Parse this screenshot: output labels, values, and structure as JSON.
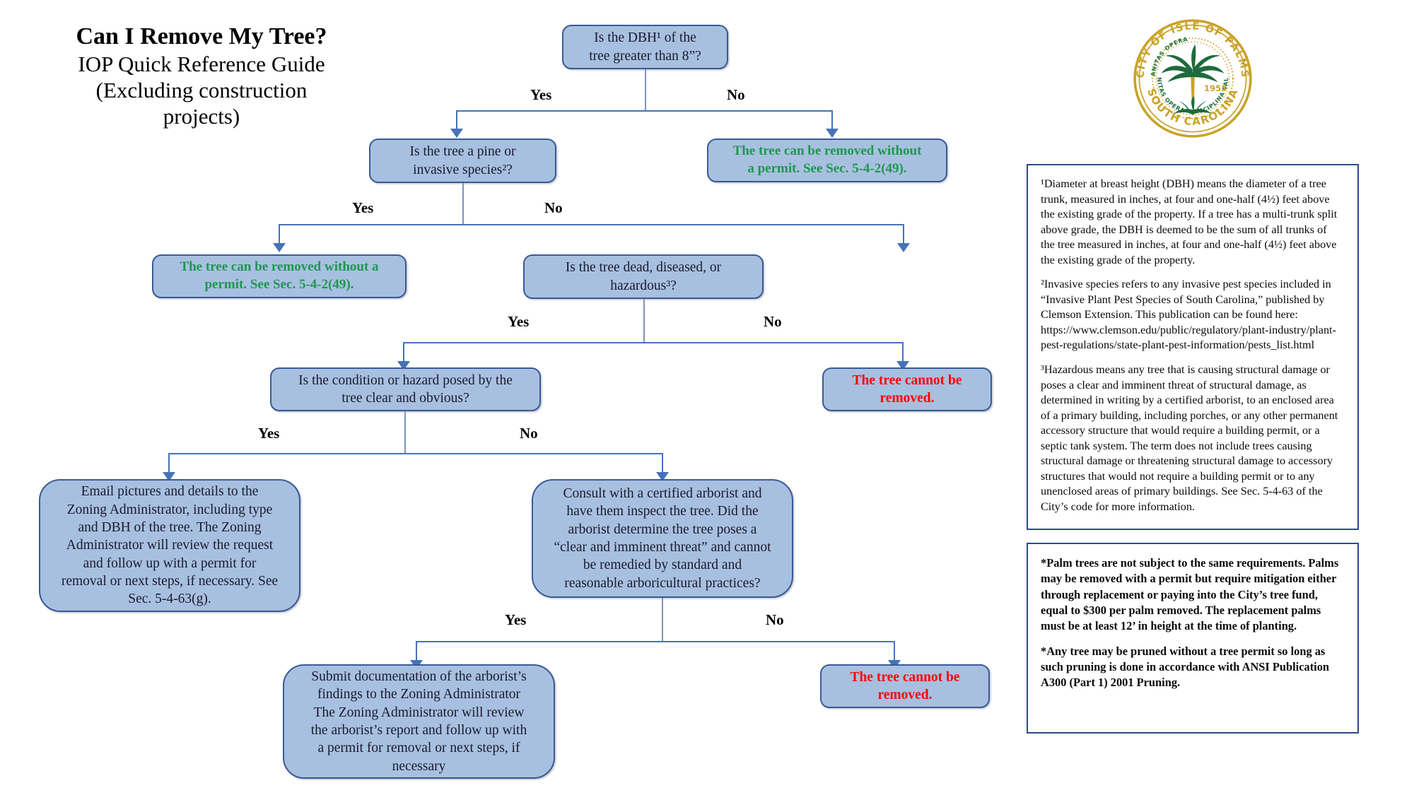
{
  "title": {
    "line1": "Can I Remove My Tree?",
    "line2": "IOP Quick Reference Guide",
    "line3": "(Excluding construction",
    "line4": "projects)"
  },
  "seal": {
    "name": "city-of-isle-of-palms-seal",
    "outer_top_text": "CITY OF ISLE OF PALMS",
    "outer_bottom_text": "SOUTH CAROLINA",
    "inner_left_text": "SANITAS OPERA",
    "inner_right_text": "DISCIPLINA SALUS",
    "year": "1953",
    "gold": "#C9A227",
    "green": "#1E6B3C"
  },
  "flow": {
    "q_dbh": {
      "line1": "Is the DBH¹ of the",
      "line2": "tree greater than 8”?"
    },
    "q_pine": {
      "line1": "Is the tree a pine or",
      "line2": "invasive species²?"
    },
    "q_dead": {
      "line1": "Is the tree dead, diseased, or",
      "line2": "hazardous³?"
    },
    "q_clear": {
      "line1": "Is the condition or hazard posed by the",
      "line2": "tree clear and obvious?"
    },
    "a_no_permit_right": {
      "line1": "The tree can be removed without",
      "line2": "a permit. See Sec. 5-4-2(49)."
    },
    "a_no_permit_left": {
      "line1": "The tree can be removed without a",
      "line2": "permit. See Sec. 5-4-2(49)."
    },
    "a_cannot_mid": {
      "line1": "The tree cannot be",
      "line2": "removed."
    },
    "a_cannot_bottom": {
      "line1": "The tree cannot be",
      "line2": "removed."
    },
    "a_email": {
      "line1": "Email pictures and details to the",
      "line2": "Zoning Administrator, including type",
      "line3": "and DBH of the tree. The Zoning",
      "line4": "Administrator will review the request",
      "line5": "and follow up with a permit for",
      "line6": "removal or next steps, if necessary. See",
      "line7": "Sec. 5-4-63(g)."
    },
    "q_arborist": {
      "line1": "Consult with a certified arborist and",
      "line2": "have them inspect the tree. Did the",
      "line3": "arborist determine the tree poses a",
      "line4": "“clear and imminent threat” and cannot",
      "line5": "be remedied by standard and",
      "line6": "reasonable arboricultural practices?"
    },
    "a_submit": {
      "line1": "Submit documentation of the arborist’s",
      "line2": "findings to the Zoning Administrator",
      "line3": "The Zoning Administrator will review",
      "line4": "the arborist’s report and follow up with",
      "line5": "a permit for removal or next steps, if",
      "line6": "necessary"
    },
    "labels": {
      "yes": "Yes",
      "no": "No"
    }
  },
  "notes": {
    "footnote1": "¹Diameter at breast height (DBH) means the diameter of a tree trunk, measured in inches, at four and one-half (4½) feet above the existing grade of the property. If a tree has a multi-trunk split above grade, the DBH is deemed to be the sum of all trunks of the tree measured in inches, at four and one-half (4½) feet above the existing grade of the property.",
    "footnote2": "²Invasive species refers to any invasive pest species included in “Invasive Plant Pest Species of South Carolina,” published by Clemson Extension. This publication can be found here: https://www.clemson.edu/public/regulatory/plant-industry/plant-pest-regulations/state-plant-pest-information/pests_list.html",
    "footnote3": "³Hazardous means any tree that is causing structural damage or poses a clear and imminent threat of structural damage, as determined in writing by a certified arborist, to an enclosed area of a primary building, including porches, or any other permanent accessory structure that would require a building permit, or a septic tank system. The term does not include trees causing structural damage or threatening structural damage to accessory structures that would not require a building permit or to any unenclosed areas of primary buildings. See Sec. 5-4-63 of the City’s code for more information.",
    "palm_note": "*Palm trees are not subject to the same requirements. Palms may be removed with a permit but require mitigation either through replacement or paying into the City’s tree fund, equal to $300 per palm removed. The replacement palms must be at least 12’ in height at the time of planting.",
    "prune_note": "*Any tree may be pruned without a tree permit so long as such pruning is done in accordance with ANSI Publication A300 (Part 1) 2001 Pruning."
  },
  "colors": {
    "node_fill": "#A8C0E0",
    "node_border": "#3A5A96",
    "connector": "#4573B8",
    "green_text": "#1E9850",
    "red_text": "#FF0000",
    "panel_border": "#2C4A86"
  }
}
